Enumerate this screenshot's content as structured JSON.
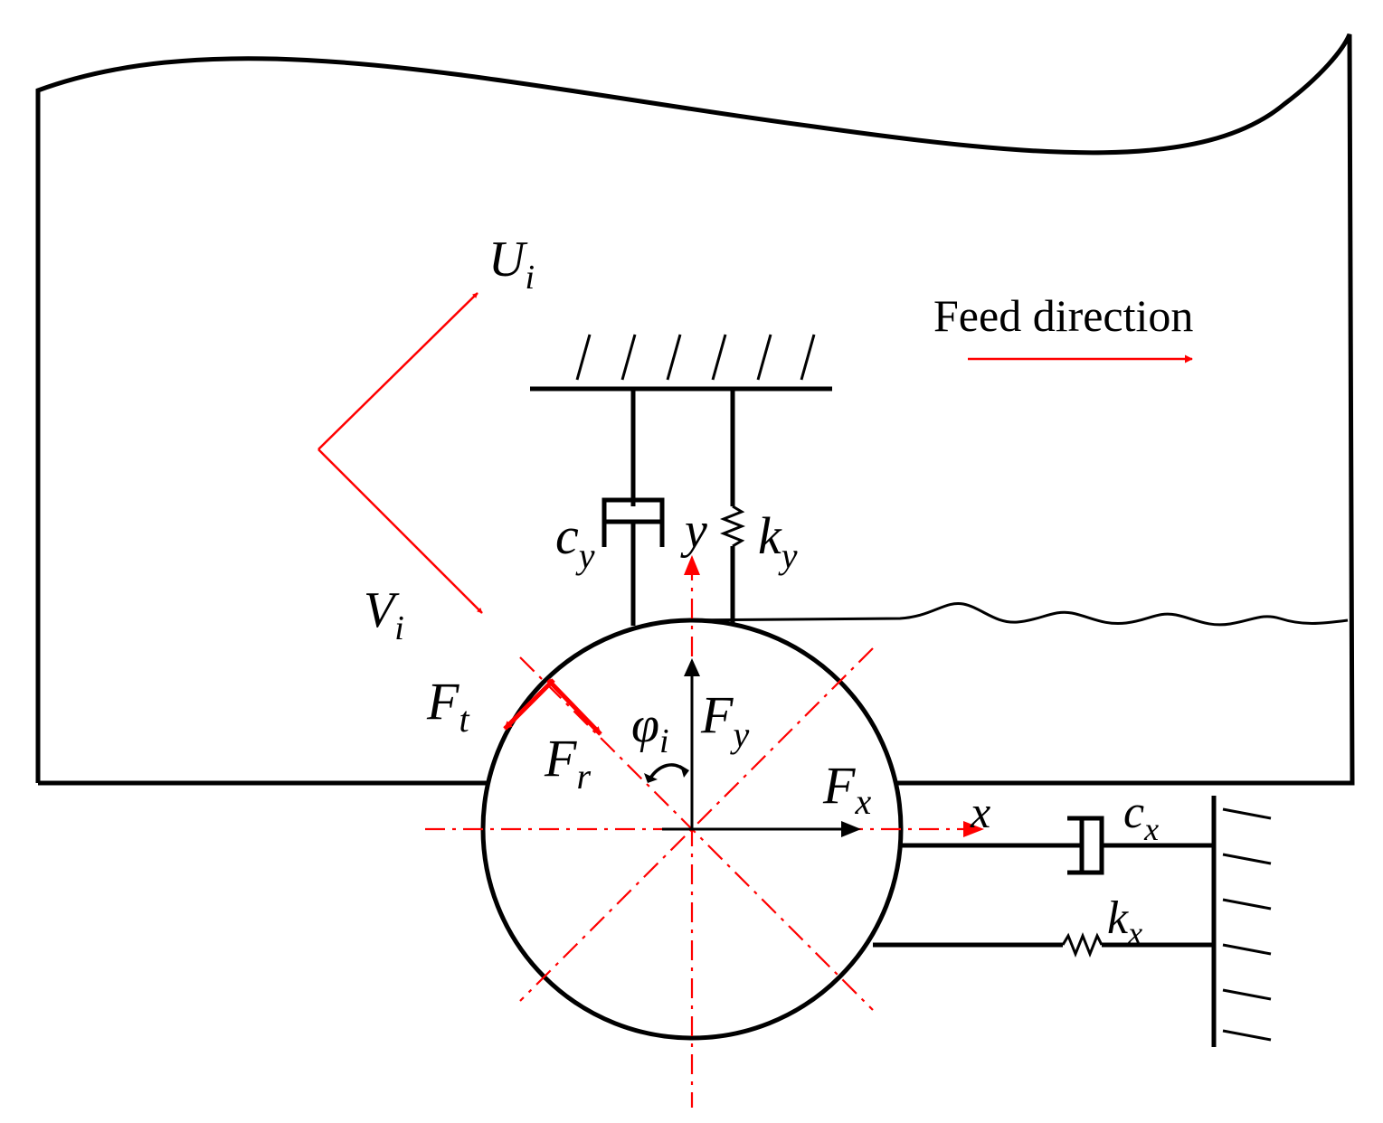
{
  "colors": {
    "line": "#000000",
    "accent": "#ff0000",
    "background": "#ffffff"
  },
  "labels": {
    "u_main": "U",
    "u_sub": "i",
    "v_main": "V",
    "v_sub": "i",
    "feed": "Feed direction",
    "cy_main": "c",
    "cy_sub": "y",
    "y_axis": "y",
    "ky_main": "k",
    "ky_sub": "y",
    "ft_main": "F",
    "ft_sub": "t",
    "fr_main": "F",
    "fr_sub": "r",
    "phi_main": "φ",
    "phi_sub": "i",
    "fy_main": "F",
    "fy_sub": "y",
    "fx_main": "F",
    "fx_sub": "x",
    "x_axis": "x",
    "cx_main": "c",
    "cx_sub": "x",
    "kx_main": "k",
    "kx_sub": "x"
  }
}
